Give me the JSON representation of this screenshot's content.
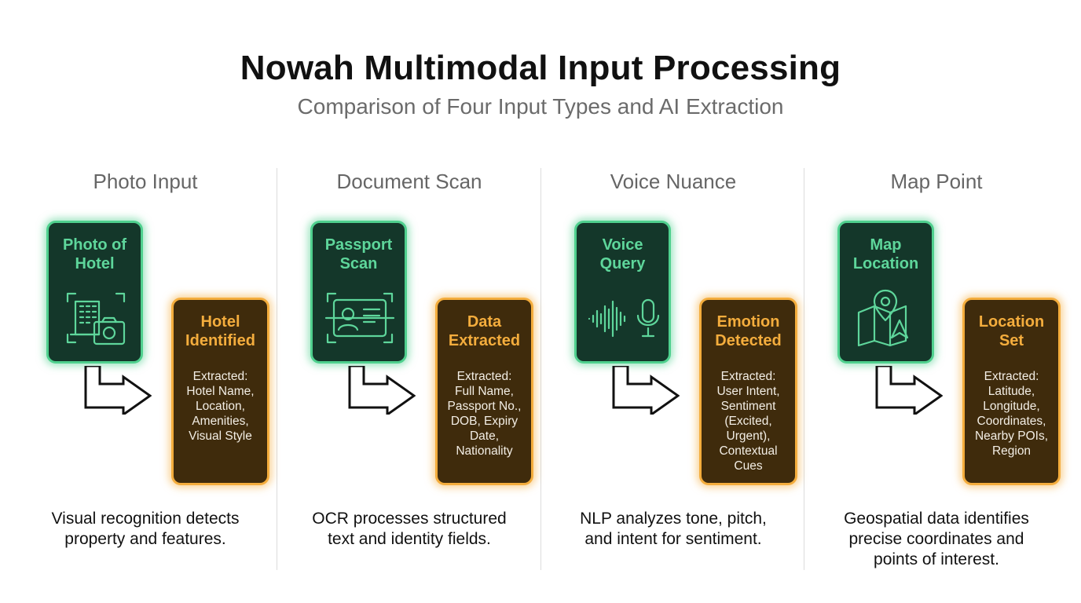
{
  "header": {
    "title": "Nowah Multimodal Input Processing",
    "subtitle": "Comparison of Four Input Types and AI Extraction"
  },
  "colors": {
    "input_fill": "#14372a",
    "input_border": "#4fd08e",
    "output_fill": "#3f2b0c",
    "output_border": "#f4ad3d"
  },
  "columns": [
    {
      "title": "Photo Input",
      "input_label": "Photo of\nHotel",
      "input_icon": "hotel-camera-icon",
      "output_label": "Hotel\nIdentified",
      "output_details": "Extracted:\nHotel Name,\nLocation,\nAmenities,\nVisual Style",
      "description": "Visual recognition detects\nproperty and features."
    },
    {
      "title": "Document Scan",
      "input_label": "Passport\nScan",
      "input_icon": "id-card-scan-icon",
      "output_label": "Data\nExtracted",
      "output_details": "Extracted:\nFull Name,\nPassport No.,\nDOB, Expiry\nDate,\nNationality",
      "description": "OCR processes structured\ntext and identity fields."
    },
    {
      "title": "Voice Nuance",
      "input_label": "Voice\nQuery",
      "input_icon": "soundwave-microphone-icon",
      "output_label": "Emotion\nDetected",
      "output_details": "Extracted:\nUser Intent,\nSentiment\n(Excited,\nUrgent),\nContextual\nCues",
      "description": "NLP analyzes tone, pitch,\nand intent for sentiment."
    },
    {
      "title": "Map Point",
      "input_label": "Map\nLocation",
      "input_icon": "map-pin-icon",
      "output_label": "Location\nSet",
      "output_details": "Extracted:\nLatitude,\nLongitude,\nCoordinates,\nNearby POIs,\nRegion",
      "description": "Geospatial data identifies\nprecise coordinates and\npoints of interest."
    }
  ]
}
